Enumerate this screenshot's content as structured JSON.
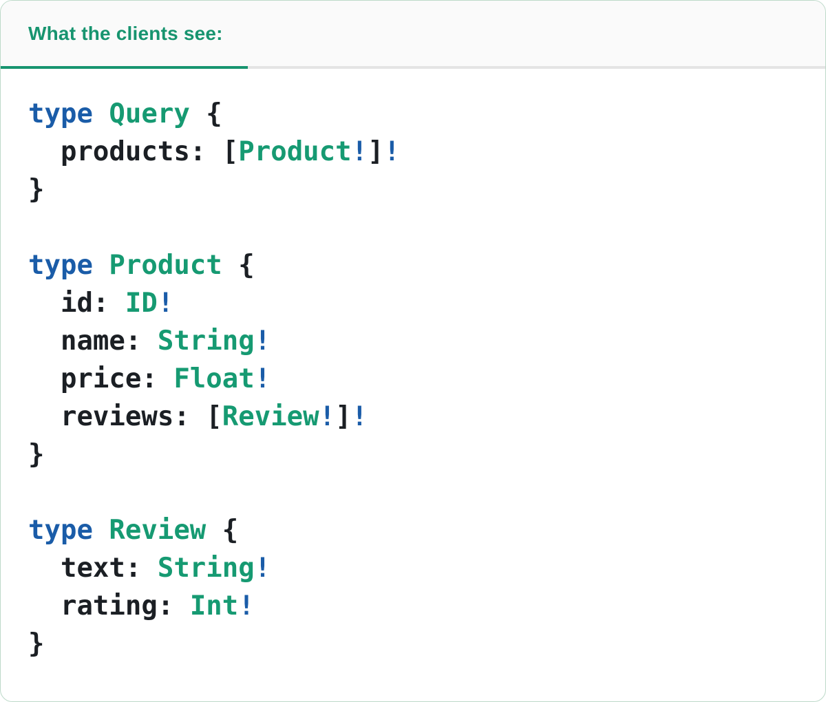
{
  "panel": {
    "tab": {
      "label": "What the clients see:"
    },
    "code": {
      "language": "graphql",
      "lines": [
        [
          {
            "s": "type",
            "c": "kw"
          },
          {
            "s": " ",
            "c": "pl"
          },
          {
            "s": "Query",
            "c": "ty"
          },
          {
            "s": " {",
            "c": "pl"
          }
        ],
        [
          {
            "s": "  products: [",
            "c": "pl"
          },
          {
            "s": "Product",
            "c": "ty"
          },
          {
            "s": "!",
            "c": "kw"
          },
          {
            "s": "]",
            "c": "pl"
          },
          {
            "s": "!",
            "c": "kw"
          }
        ],
        [
          {
            "s": "}",
            "c": "pl"
          }
        ],
        [],
        [
          {
            "s": "type",
            "c": "kw"
          },
          {
            "s": " ",
            "c": "pl"
          },
          {
            "s": "Product",
            "c": "ty"
          },
          {
            "s": " {",
            "c": "pl"
          }
        ],
        [
          {
            "s": "  id: ",
            "c": "pl"
          },
          {
            "s": "ID",
            "c": "ty"
          },
          {
            "s": "!",
            "c": "kw"
          }
        ],
        [
          {
            "s": "  name: ",
            "c": "pl"
          },
          {
            "s": "String",
            "c": "ty"
          },
          {
            "s": "!",
            "c": "kw"
          }
        ],
        [
          {
            "s": "  price: ",
            "c": "pl"
          },
          {
            "s": "Float",
            "c": "ty"
          },
          {
            "s": "!",
            "c": "kw"
          }
        ],
        [
          {
            "s": "  reviews: [",
            "c": "pl"
          },
          {
            "s": "Review",
            "c": "ty"
          },
          {
            "s": "!",
            "c": "kw"
          },
          {
            "s": "]",
            "c": "pl"
          },
          {
            "s": "!",
            "c": "kw"
          }
        ],
        [
          {
            "s": "}",
            "c": "pl"
          }
        ],
        [],
        [
          {
            "s": "type",
            "c": "kw"
          },
          {
            "s": " ",
            "c": "pl"
          },
          {
            "s": "Review",
            "c": "ty"
          },
          {
            "s": " {",
            "c": "pl"
          }
        ],
        [
          {
            "s": "  text: ",
            "c": "pl"
          },
          {
            "s": "String",
            "c": "ty"
          },
          {
            "s": "!",
            "c": "kw"
          }
        ],
        [
          {
            "s": "  rating: ",
            "c": "pl"
          },
          {
            "s": "Int",
            "c": "ty"
          },
          {
            "s": "!",
            "c": "kw"
          }
        ],
        [
          {
            "s": "}",
            "c": "pl"
          }
        ]
      ]
    }
  },
  "colors": {
    "accent": "#17946f",
    "type-green": "#169a72",
    "kw-blue": "#1a5ca8",
    "ink": "#1b1f24",
    "header-bg": "#fafafa",
    "divider": "#e4e4e4",
    "panel-border": "#bcd9c8"
  }
}
